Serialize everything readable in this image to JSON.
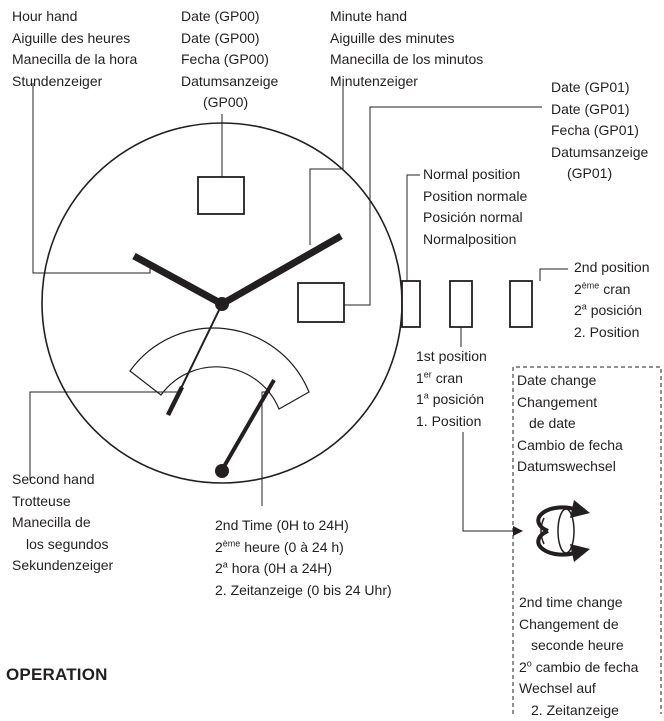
{
  "labels": {
    "hour_hand": [
      "Hour hand",
      "Aiguille des heures",
      "Manecilla de la hora",
      "Stundenzeiger"
    ],
    "date_gp00": [
      "Date (GP00)",
      "Date (GP00)",
      "Fecha (GP00)",
      "Datumsanzeige",
      "(GP00)"
    ],
    "minute_hand": [
      "Minute hand",
      "Aiguille des minutes",
      "Manecilla de los minutos",
      "Minutenzeiger"
    ],
    "date_gp01": [
      "Date (GP01)",
      "Date (GP01)",
      "Fecha (GP01)",
      "Datumsanzeige",
      "(GP01)"
    ],
    "normal_position": [
      "Normal position",
      "Position normale",
      "Posición normal",
      "Normalposition"
    ],
    "second_position": {
      "line1": "2nd position",
      "line2_pre": "2",
      "line2_sup": "ème",
      "line2_post": " cran",
      "line3_pre": "2",
      "line3_sup": "a",
      "line3_post": " posición",
      "line4": "2. Position"
    },
    "first_position": {
      "line1": "1st position",
      "line2_pre": "1",
      "line2_sup": "er",
      "line2_post": " cran",
      "line3_pre": "1",
      "line3_sup": "a",
      "line3_post": " posición",
      "line4": "1. Position"
    },
    "date_change": [
      "Date change",
      "Changement",
      "de date",
      "Cambio de fecha",
      "Datumswechsel"
    ],
    "second_hand": [
      "Second hand",
      "Trotteuse",
      "Manecilla de",
      "los segundos",
      "Sekundenzeiger"
    ],
    "second_time": {
      "line1": "2nd Time (0H to 24H)",
      "line2_pre": "2",
      "line2_sup": "ème",
      "line2_post": " heure (0 à 24 h)",
      "line3_pre": "2",
      "line3_sup": "a",
      "line3_post": " hora (0H a 24H)",
      "line4": "2. Zeitanzeige (0 bis 24 Uhr)"
    },
    "second_time_change": {
      "line1": "2nd time change",
      "line2": "Changement de",
      "line3": "seconde heure",
      "line4_pre": "2",
      "line4_sup": "o",
      "line4_post": " cambio de fecha",
      "line5": "Wechsel auf",
      "line6": "2. Zeitanzeige"
    }
  },
  "heading": "OPERATION"
}
